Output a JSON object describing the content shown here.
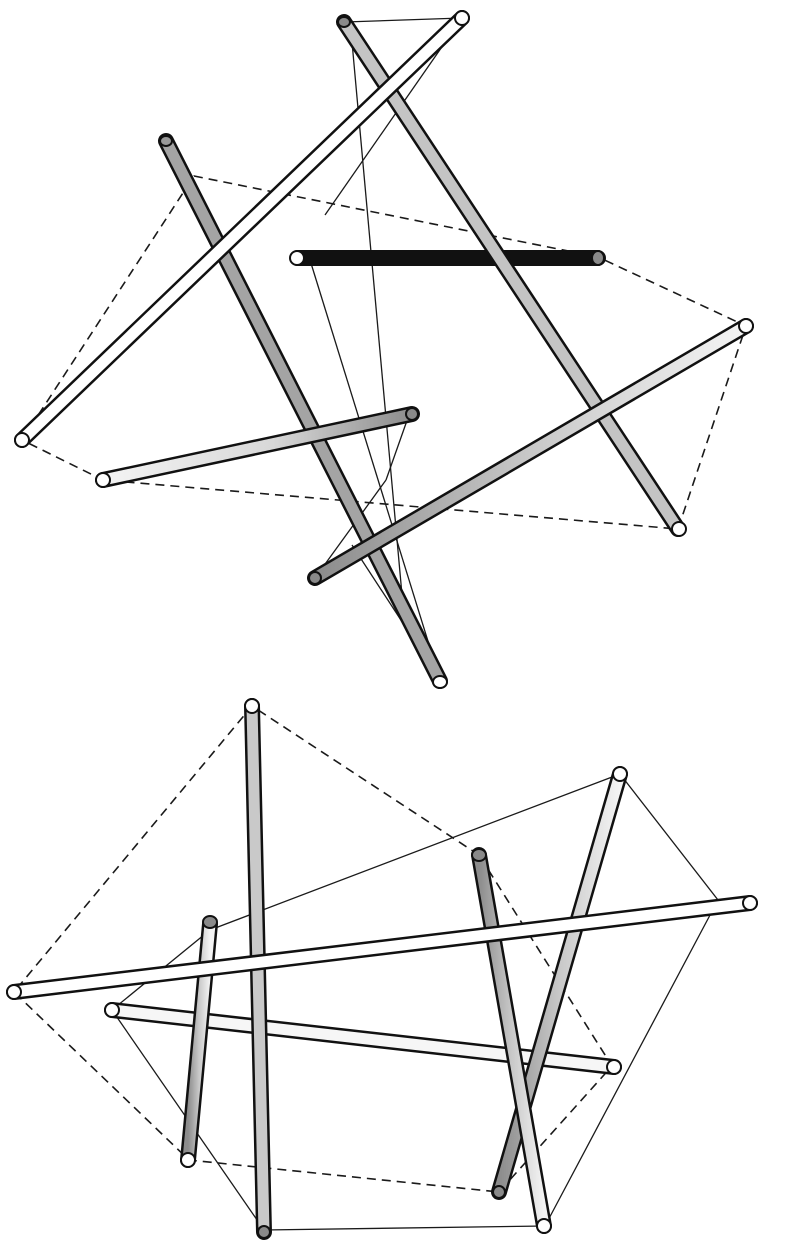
{
  "figure": {
    "description_label": "",
    "colors": {
      "outline": "#111111",
      "strut_light": "#f2f2f2",
      "strut_mid": "#bdbdbd",
      "strut_dark": "#8a8a8a",
      "cable": "#1a1a1a",
      "background": "#ffffff"
    },
    "structures": [
      {
        "name": "upper-tensegrity",
        "strut_count": 6
      },
      {
        "name": "lower-tensegrity",
        "strut_count": 6
      }
    ]
  }
}
